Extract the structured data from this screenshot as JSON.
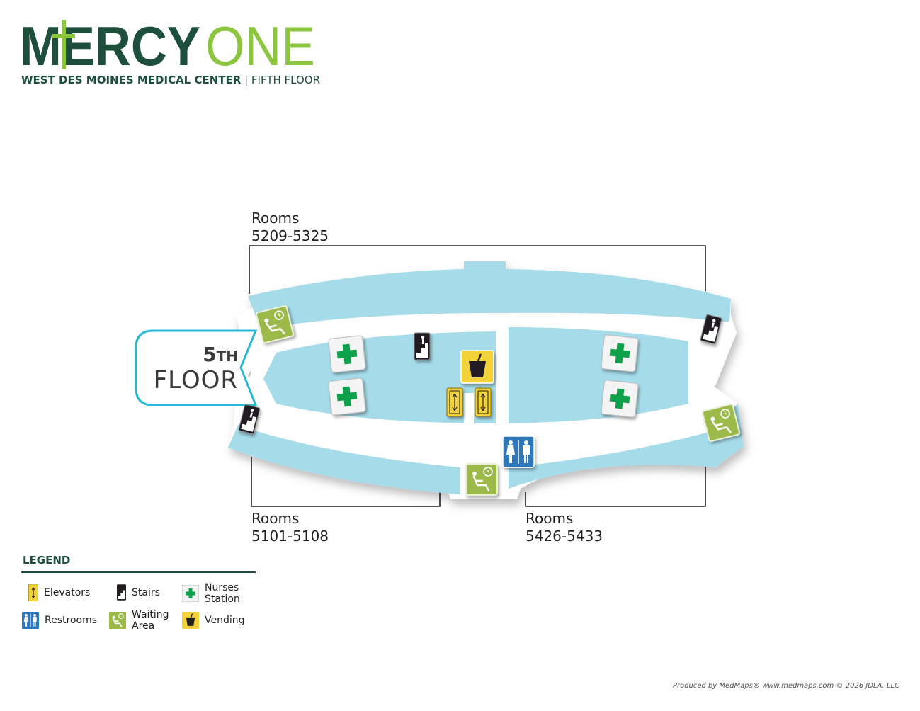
{
  "header": {
    "brand_part1": "MERCY",
    "brand_part2": "ONE",
    "facility": "WEST DES MOINES MEDICAL CENTER",
    "separator": " | ",
    "floor_name": "FIFTH FLOOR"
  },
  "map": {
    "floor_badge": {
      "number": "5",
      "suffix": "TH",
      "word": "FLOOR"
    },
    "room_blocks": [
      {
        "label": "Rooms",
        "range": "5209-5325"
      },
      {
        "label": "Rooms",
        "range": "5101-5108"
      },
      {
        "label": "Rooms",
        "range": "5426-5433"
      }
    ]
  },
  "legend": {
    "title": "LEGEND",
    "items": [
      {
        "label": "Elevators",
        "icon": "elevator-icon"
      },
      {
        "label": "Stairs",
        "icon": "stairs-icon"
      },
      {
        "label": "Nurses Station",
        "icon": "nurses-station-icon"
      },
      {
        "label": "Restrooms",
        "icon": "restroom-icon"
      },
      {
        "label": "Waiting Area",
        "icon": "waiting-area-icon"
      },
      {
        "label": "Vending",
        "icon": "vending-icon"
      }
    ]
  },
  "footer": {
    "credit": "Produced by MedMaps®  www.medmaps.com   © 2026 JDLA, LLC"
  },
  "colors": {
    "brand_dark_green": "#1d4f3c",
    "brand_light_green": "#8cc63f",
    "corridor_blue": "#a6dcea",
    "badge_border": "#29b8d8",
    "nurse_green": "#0aa14b",
    "elevator_yellow": "#f2d23a",
    "restroom_blue": "#2d77bb",
    "waiting_green": "#9cba4a"
  }
}
